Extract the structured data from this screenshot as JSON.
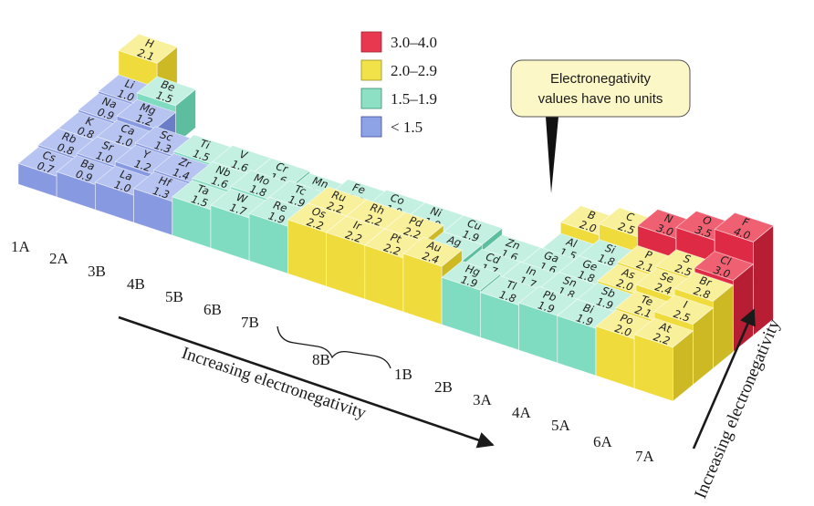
{
  "legend": [
    {
      "label": "3.0–4.0",
      "color": "#e8384f"
    },
    {
      "label": "2.0–2.9",
      "color": "#f2e24a"
    },
    {
      "label": "1.5–1.9",
      "color": "#8ee0c4"
    },
    {
      "label": "< 1.5",
      "color": "#8ea2e6"
    }
  ],
  "callout": {
    "line1": "Electronegativity",
    "line2": "values have no units"
  },
  "arrow_horizontal_label": "Increasing electronegativity",
  "arrow_vertical_label": "Increasing electronegativity",
  "group_labels": {
    "g1A": "1A",
    "g2A": "2A",
    "g3B": "3B",
    "g4B": "4B",
    "g5B": "5B",
    "g6B": "6B",
    "g7B": "7B",
    "g8B": "8B",
    "g1B": "1B",
    "g2B": "2B",
    "g3A": "3A",
    "g4A": "4A",
    "g5A": "5A",
    "g6A": "6A",
    "g7A": "7A"
  },
  "elements": [
    {
      "symbol": "H",
      "value": "2.1",
      "col": 0,
      "row": 0,
      "level": 2,
      "h": 2.1
    },
    {
      "symbol": "Li",
      "value": "1.0",
      "col": 0,
      "row": 1,
      "level": 0,
      "h": 1.0
    },
    {
      "symbol": "Be",
      "value": "1.5",
      "col": 1,
      "row": 1,
      "level": 1,
      "h": 1.5
    },
    {
      "symbol": "Na",
      "value": "0.9",
      "col": 0,
      "row": 2,
      "level": 0,
      "h": 0.9
    },
    {
      "symbol": "Mg",
      "value": "1.2",
      "col": 1,
      "row": 2,
      "level": 0,
      "h": 1.2
    },
    {
      "symbol": "K",
      "value": "0.8",
      "col": 0,
      "row": 3,
      "level": 0,
      "h": 0.8
    },
    {
      "symbol": "Ca",
      "value": "1.0",
      "col": 1,
      "row": 3,
      "level": 0,
      "h": 1.0
    },
    {
      "symbol": "Sc",
      "value": "1.3",
      "col": 2,
      "row": 3,
      "level": 0,
      "h": 1.3
    },
    {
      "symbol": "Ti",
      "value": "1.5",
      "col": 3,
      "row": 3,
      "level": 1,
      "h": 1.5
    },
    {
      "symbol": "V",
      "value": "1.6",
      "col": 4,
      "row": 3,
      "level": 1,
      "h": 1.6
    },
    {
      "symbol": "Cr",
      "value": "1.6",
      "col": 5,
      "row": 3,
      "level": 1,
      "h": 1.6
    },
    {
      "symbol": "Mn",
      "value": "1.5",
      "col": 6,
      "row": 3,
      "level": 1,
      "h": 1.5
    },
    {
      "symbol": "Fe",
      "value": "1.8",
      "col": 7,
      "row": 3,
      "level": 1,
      "h": 1.8
    },
    {
      "symbol": "Co",
      "value": "1.9",
      "col": 8,
      "row": 3,
      "level": 1,
      "h": 1.9
    },
    {
      "symbol": "Ni",
      "value": "1.9",
      "col": 9,
      "row": 3,
      "level": 1,
      "h": 1.9
    },
    {
      "symbol": "Cu",
      "value": "1.9",
      "col": 10,
      "row": 3,
      "level": 1,
      "h": 1.9
    },
    {
      "symbol": "Zn",
      "value": "1.6",
      "col": 11,
      "row": 3,
      "level": 1,
      "h": 1.6
    },
    {
      "symbol": "Ga",
      "value": "1.6",
      "col": 12,
      "row": 3,
      "level": 1,
      "h": 1.6
    },
    {
      "symbol": "Ge",
      "value": "1.8",
      "col": 13,
      "row": 3,
      "level": 1,
      "h": 1.8
    },
    {
      "symbol": "As",
      "value": "2.0",
      "col": 14,
      "row": 3,
      "level": 2,
      "h": 2.0
    },
    {
      "symbol": "Se",
      "value": "2.4",
      "col": 15,
      "row": 3,
      "level": 2,
      "h": 2.4
    },
    {
      "symbol": "Br",
      "value": "2.8",
      "col": 16,
      "row": 3,
      "level": 2,
      "h": 2.8
    },
    {
      "symbol": "Rb",
      "value": "0.8",
      "col": 0,
      "row": 4,
      "level": 0,
      "h": 0.8
    },
    {
      "symbol": "Sr",
      "value": "1.0",
      "col": 1,
      "row": 4,
      "level": 0,
      "h": 1.0
    },
    {
      "symbol": "Y",
      "value": "1.2",
      "col": 2,
      "row": 4,
      "level": 0,
      "h": 1.2
    },
    {
      "symbol": "Zr",
      "value": "1.4",
      "col": 3,
      "row": 4,
      "level": 0,
      "h": 1.4
    },
    {
      "symbol": "Nb",
      "value": "1.6",
      "col": 4,
      "row": 4,
      "level": 1,
      "h": 1.6
    },
    {
      "symbol": "Mo",
      "value": "1.8",
      "col": 5,
      "row": 4,
      "level": 1,
      "h": 1.8
    },
    {
      "symbol": "Tc",
      "value": "1.9",
      "col": 6,
      "row": 4,
      "level": 1,
      "h": 1.9
    },
    {
      "symbol": "Ru",
      "value": "2.2",
      "col": 7,
      "row": 4,
      "level": 2,
      "h": 2.2
    },
    {
      "symbol": "Rh",
      "value": "2.2",
      "col": 8,
      "row": 4,
      "level": 2,
      "h": 2.2
    },
    {
      "symbol": "Pd",
      "value": "2.2",
      "col": 9,
      "row": 4,
      "level": 2,
      "h": 2.2
    },
    {
      "symbol": "Ag",
      "value": "1.9",
      "col": 10,
      "row": 4,
      "level": 1,
      "h": 1.9
    },
    {
      "symbol": "Cd",
      "value": "1.7",
      "col": 11,
      "row": 4,
      "level": 1,
      "h": 1.7
    },
    {
      "symbol": "In",
      "value": "1.7",
      "col": 12,
      "row": 4,
      "level": 1,
      "h": 1.7
    },
    {
      "symbol": "Sn",
      "value": "1.8",
      "col": 13,
      "row": 4,
      "level": 1,
      "h": 1.8
    },
    {
      "symbol": "Sb",
      "value": "1.9",
      "col": 14,
      "row": 4,
      "level": 1,
      "h": 1.9
    },
    {
      "symbol": "Te",
      "value": "2.1",
      "col": 15,
      "row": 4,
      "level": 2,
      "h": 2.1
    },
    {
      "symbol": "I",
      "value": "2.5",
      "col": 16,
      "row": 4,
      "level": 2,
      "h": 2.5
    },
    {
      "symbol": "Cs",
      "value": "0.7",
      "col": 0,
      "row": 5,
      "level": 0,
      "h": 0.7
    },
    {
      "symbol": "Ba",
      "value": "0.9",
      "col": 1,
      "row": 5,
      "level": 0,
      "h": 0.9
    },
    {
      "symbol": "La",
      "value": "1.0",
      "col": 2,
      "row": 5,
      "level": 0,
      "h": 1.0
    },
    {
      "symbol": "Hf",
      "value": "1.3",
      "col": 3,
      "row": 5,
      "level": 0,
      "h": 1.3
    },
    {
      "symbol": "Ta",
      "value": "1.5",
      "col": 4,
      "row": 5,
      "level": 1,
      "h": 1.5
    },
    {
      "symbol": "W",
      "value": "1.7",
      "col": 5,
      "row": 5,
      "level": 1,
      "h": 1.7
    },
    {
      "symbol": "Re",
      "value": "1.9",
      "col": 6,
      "row": 5,
      "level": 1,
      "h": 1.9
    },
    {
      "symbol": "Os",
      "value": "2.2",
      "col": 7,
      "row": 5,
      "level": 2,
      "h": 2.2
    },
    {
      "symbol": "Ir",
      "value": "2.2",
      "col": 8,
      "row": 5,
      "level": 2,
      "h": 2.2
    },
    {
      "symbol": "Pt",
      "value": "2.2",
      "col": 9,
      "row": 5,
      "level": 2,
      "h": 2.2
    },
    {
      "symbol": "Au",
      "value": "2.4",
      "col": 10,
      "row": 5,
      "level": 2,
      "h": 2.4
    },
    {
      "symbol": "Hg",
      "value": "1.9",
      "col": 11,
      "row": 5,
      "level": 1,
      "h": 1.9
    },
    {
      "symbol": "Tl",
      "value": "1.8",
      "col": 12,
      "row": 5,
      "level": 1,
      "h": 1.8
    },
    {
      "symbol": "Pb",
      "value": "1.9",
      "col": 13,
      "row": 5,
      "level": 1,
      "h": 1.9
    },
    {
      "symbol": "Bi",
      "value": "1.9",
      "col": 14,
      "row": 5,
      "level": 1,
      "h": 1.9
    },
    {
      "symbol": "Po",
      "value": "2.0",
      "col": 15,
      "row": 5,
      "level": 2,
      "h": 2.0
    },
    {
      "symbol": "At",
      "value": "2.2",
      "col": 16,
      "row": 5,
      "level": 2,
      "h": 2.2
    },
    {
      "symbol": "B",
      "value": "2.0",
      "col": 12,
      "row": 1,
      "level": 2,
      "h": 2.0
    },
    {
      "symbol": "C",
      "value": "2.5",
      "col": 13,
      "row": 1,
      "level": 2,
      "h": 2.5
    },
    {
      "symbol": "N",
      "value": "3.0",
      "col": 14,
      "row": 1,
      "level": 3,
      "h": 3.0
    },
    {
      "symbol": "O",
      "value": "3.5",
      "col": 15,
      "row": 1,
      "level": 3,
      "h": 3.5
    },
    {
      "symbol": "F",
      "value": "4.0",
      "col": 16,
      "row": 1,
      "level": 3,
      "h": 4.0
    },
    {
      "symbol": "Al",
      "value": "1.5",
      "col": 12,
      "row": 2,
      "level": 1,
      "h": 1.5
    },
    {
      "symbol": "Si",
      "value": "1.8",
      "col": 13,
      "row": 2,
      "level": 1,
      "h": 1.8
    },
    {
      "symbol": "P",
      "value": "2.1",
      "col": 14,
      "row": 2,
      "level": 2,
      "h": 2.1
    },
    {
      "symbol": "S",
      "value": "2.5",
      "col": 15,
      "row": 2,
      "level": 2,
      "h": 2.5
    },
    {
      "symbol": "Cl",
      "value": "3.0",
      "col": 16,
      "row": 2,
      "level": 3,
      "h": 3.0
    }
  ]
}
